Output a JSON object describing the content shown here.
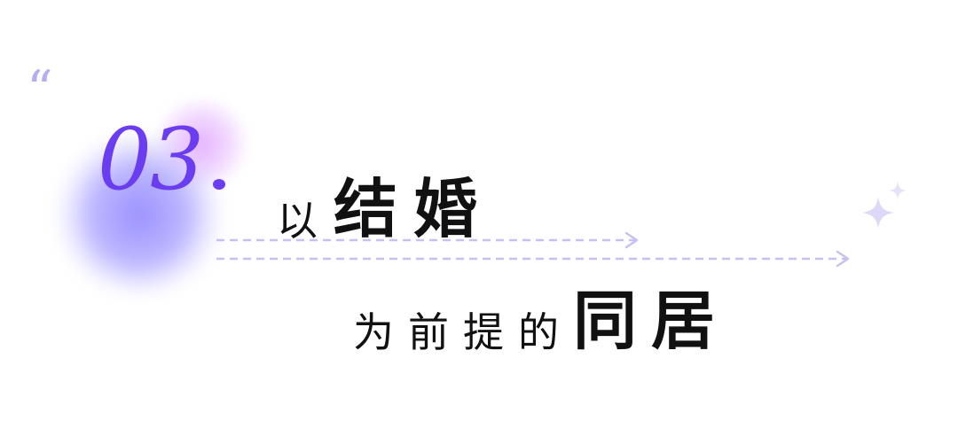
{
  "quote_mark": "“",
  "section_number": "03",
  "title": {
    "line1_small": "以",
    "line1_big": [
      "结",
      "婚"
    ],
    "line2_small": [
      "为",
      "前",
      "提",
      "的"
    ],
    "line2_big": [
      "同",
      "居"
    ]
  },
  "colors": {
    "accent_number": "#6a3df0",
    "quote_mark": "#b3aef0",
    "dashed_lines": "#c7c0f3",
    "sparkle": "#ddd8f8",
    "title_text": "#111111"
  },
  "icons": {
    "decoration_left": "glow-orb-icon",
    "decoration_right": "sparkle-icon"
  }
}
